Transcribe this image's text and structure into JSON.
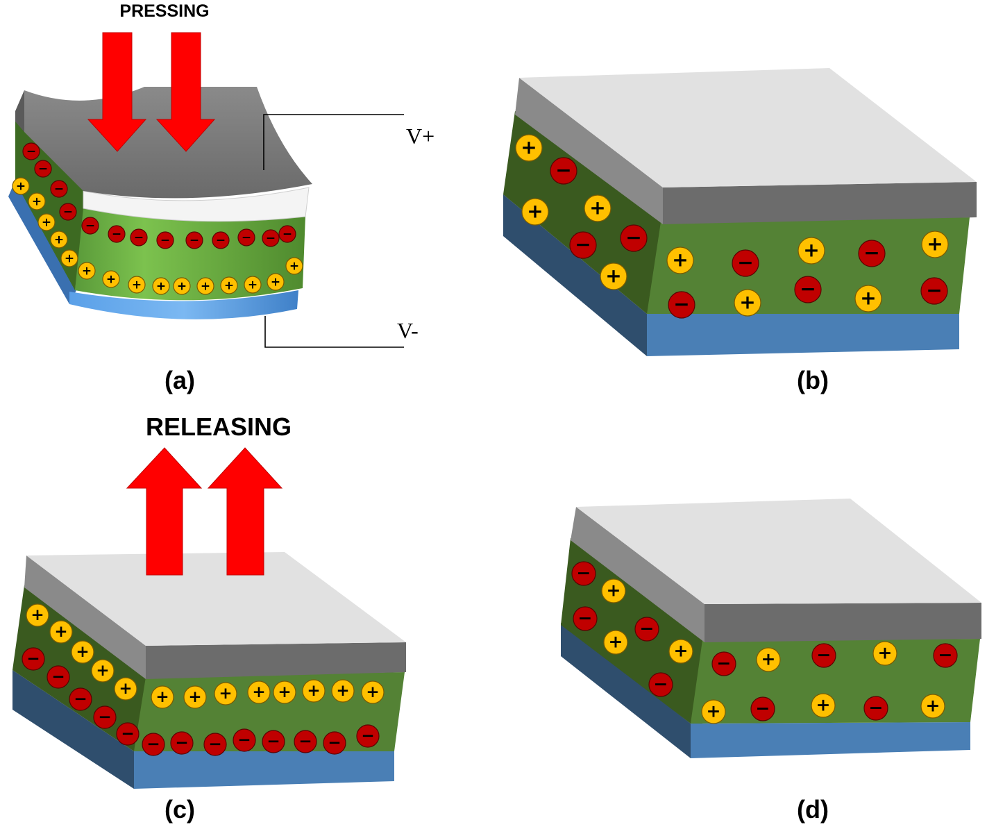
{
  "panels": {
    "a": {
      "label": "(a)",
      "action": "PRESSING",
      "terminal_top": "V+",
      "terminal_bottom": "V-"
    },
    "b": {
      "label": "(b)"
    },
    "c": {
      "label": "(c)",
      "action": "RELEASING"
    },
    "d": {
      "label": "(d)"
    }
  },
  "symbols": {
    "positive": "+",
    "negative": "−"
  },
  "colors": {
    "electrode_top": "#e1e1e1",
    "electrode_front": "#6c6c6c",
    "piezo_front": "#548235",
    "piezo_side": "#3a5a1f",
    "bottom_front": "#4a7fb5",
    "bottom_side": "#2f4e6d",
    "positive_charge": "#ffc000",
    "negative_charge": "#c00000",
    "arrow": "#ff0000"
  },
  "icons": [
    "down-arrow-icon",
    "up-arrow-icon",
    "positive-charge-icon",
    "negative-charge-icon"
  ]
}
